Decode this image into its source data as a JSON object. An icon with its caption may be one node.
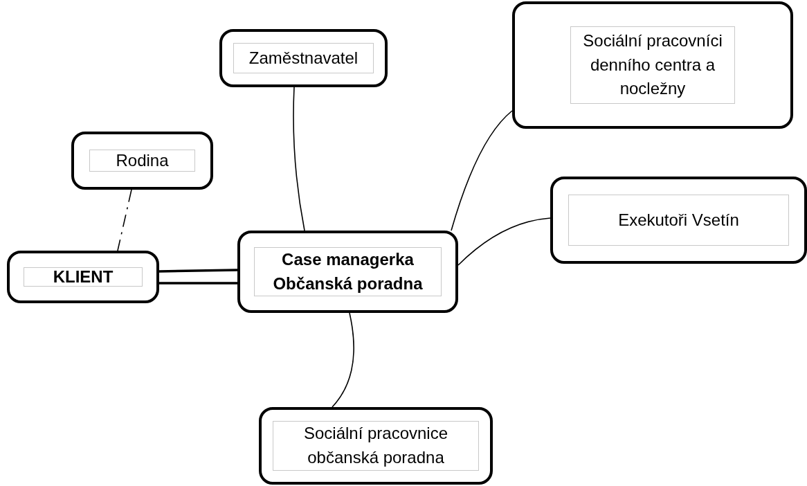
{
  "diagram": {
    "nodes": [
      {
        "text": [
          "Zaměstnavatel"
        ]
      },
      {
        "text": [
          "Sociální pracovníci denního centra a nocležny"
        ]
      },
      {
        "text": [
          "Rodina"
        ]
      },
      {
        "text": [
          "Exekutoři Vsetín"
        ]
      },
      {
        "text": [
          "KLIENT"
        ]
      },
      {
        "text": [
          "Case managerka Občanská poradna"
        ]
      },
      {
        "text": [
          "Sociální pracovnice občanská poradna"
        ]
      }
    ],
    "edges": [
      {
        "from": 0,
        "to": 5,
        "arrow": "none"
      },
      {
        "from": 1,
        "to": 5,
        "arrow": "none"
      },
      {
        "from": 2,
        "to": 4,
        "arrow": "none",
        "style": "dashed"
      },
      {
        "from": 4,
        "to": 5,
        "arrow": "none",
        "style": "thick"
      },
      {
        "from": 3,
        "to": 5,
        "arrow": "none"
      },
      {
        "from": 6,
        "to": 5,
        "arrow": "none"
      }
    ]
  }
}
